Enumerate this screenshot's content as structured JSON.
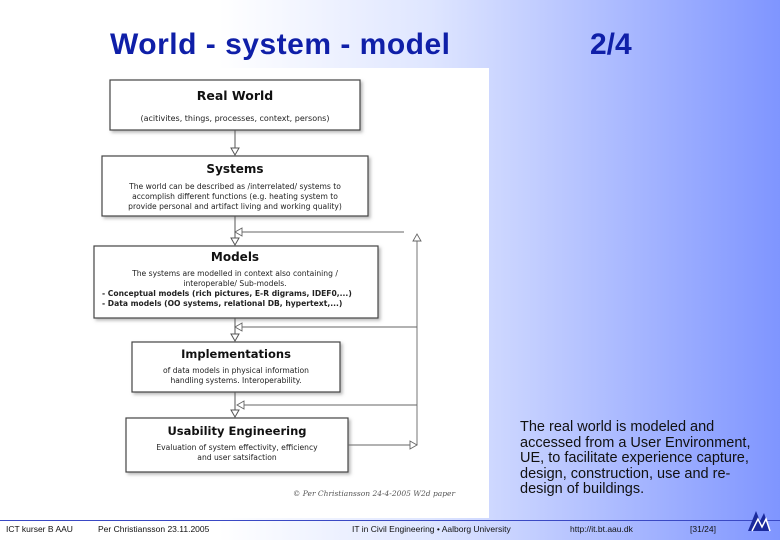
{
  "header": {
    "title": "World - system - model",
    "page_number": "2/4"
  },
  "diagram": {
    "boxes": [
      {
        "title": "Real World",
        "lines": [
          "(acitivites, things, processes, context, persons)"
        ]
      },
      {
        "title": "Systems",
        "lines": [
          "The world can be described as /interrelated/ systems to",
          "accomplish different functions (e.g. heating system to",
          "provide personal and artifact living and working quality)"
        ]
      },
      {
        "title": "Models",
        "lines": [
          "The systems are modelled in context also containing /",
          "interoperable/ Sub-models.",
          "- Conceptual models (rich pictures, E-R digrams, IDEF0,...)",
          "- Data models  (OO systems, relational DB, hypertext,...)"
        ]
      },
      {
        "title": "Implementations",
        "lines": [
          "of data models in physical information",
          "handling systems. Interoperability."
        ]
      },
      {
        "title": "Usability Engineering",
        "lines": [
          "Evaluation of system effectivity, efficiency",
          "and user satsifaction"
        ]
      }
    ],
    "credit": "© Per Christiansson 24-4-2005 W2d paper"
  },
  "caption": "The real world is modeled and accessed from a User Environment, UE, to facilitate experience capture, design, construction, use and re-design of buildings.",
  "footer": {
    "left": "ICT kurser B AAU",
    "author": "Per Christiansson 23.11.2005",
    "course": "IT in Civil Engineering • Aalborg University",
    "url": "http://it.bt.aau.dk",
    "slide": "[31/24]"
  },
  "colors": {
    "title": "#0f1fa8",
    "footer_line": "#3a49c4"
  }
}
